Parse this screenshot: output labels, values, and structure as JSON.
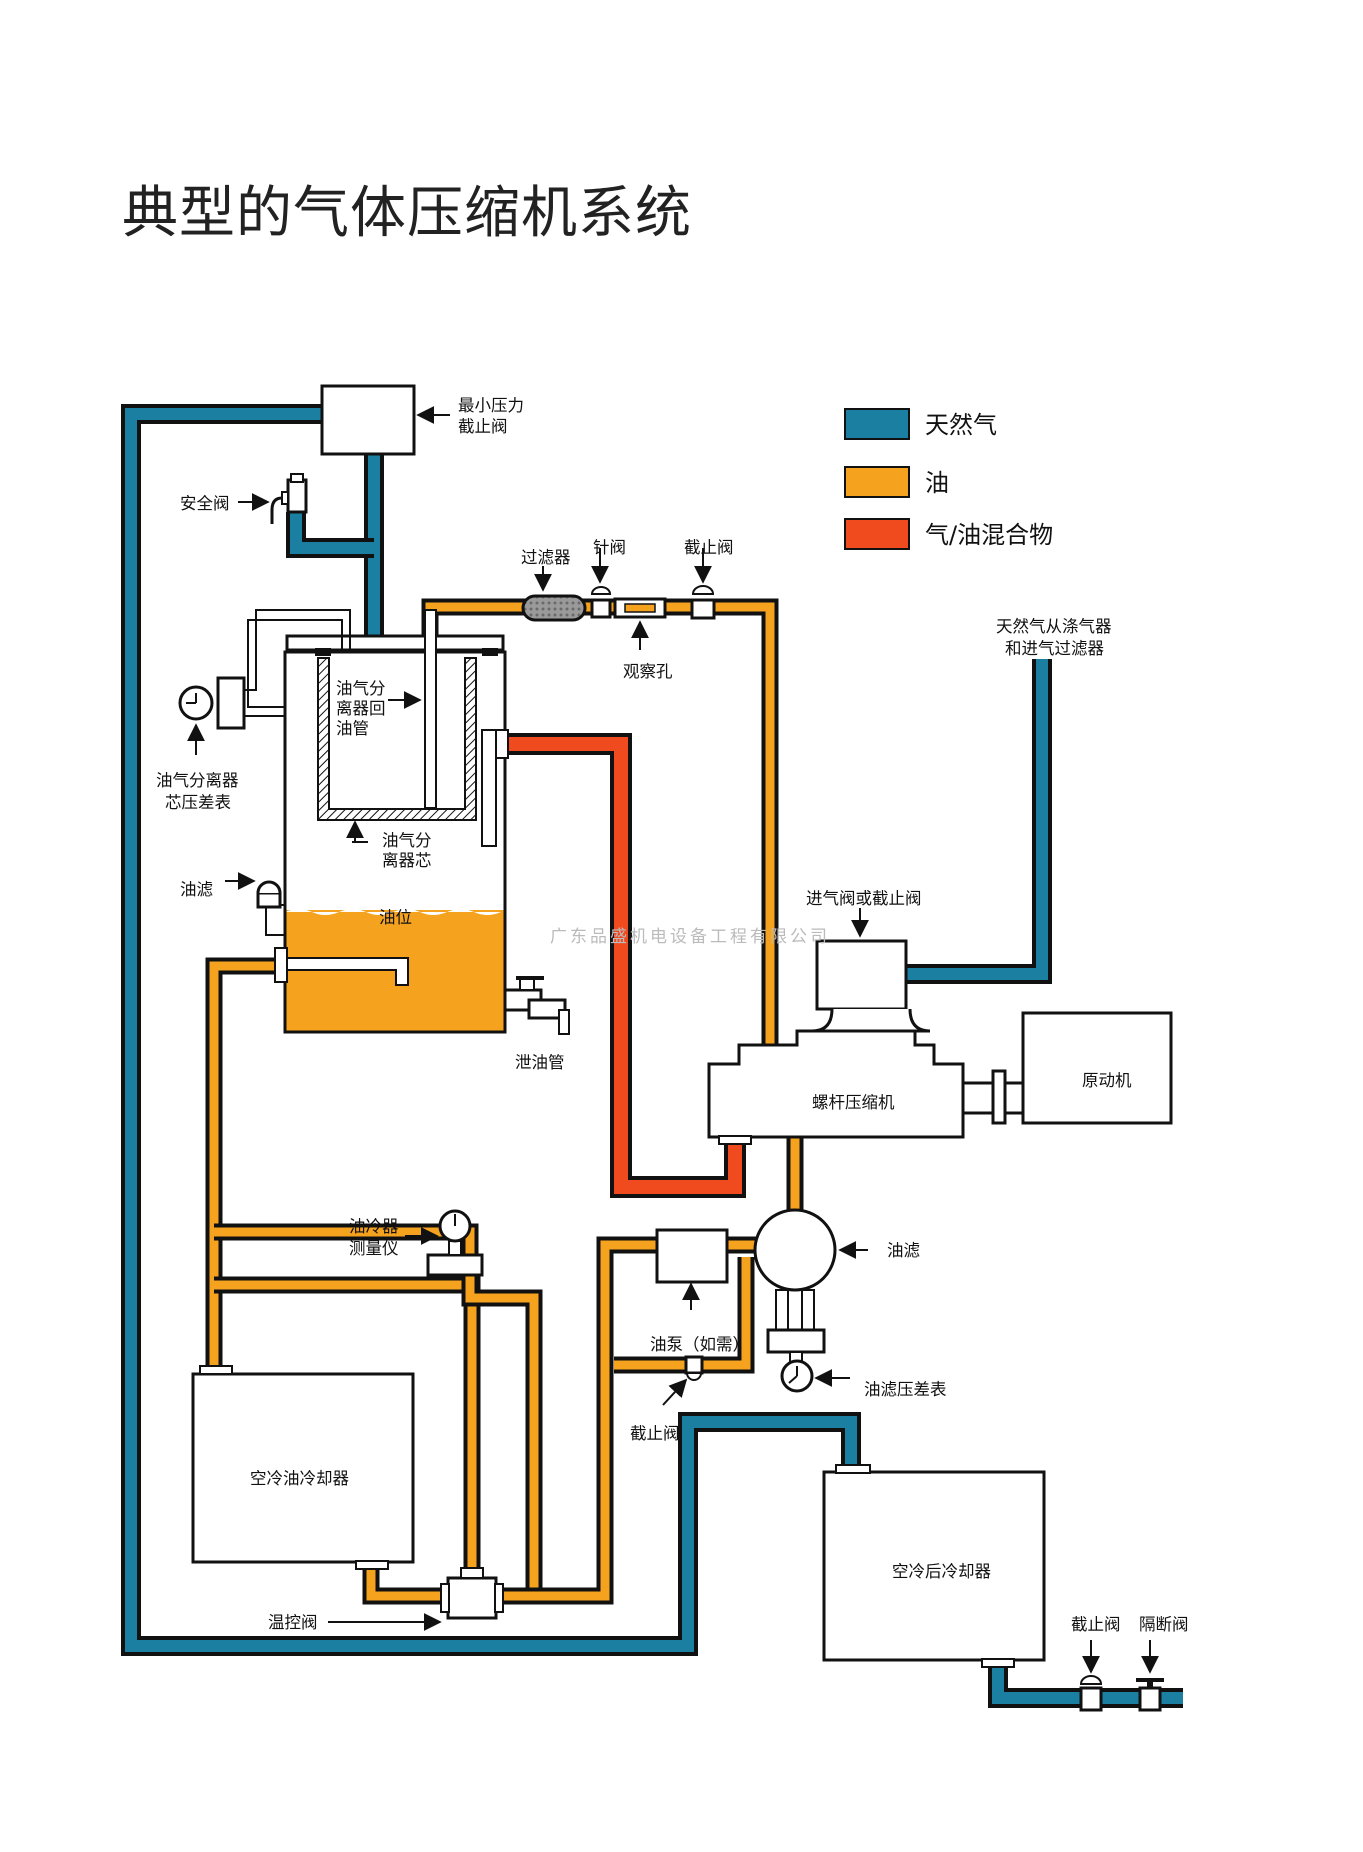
{
  "title": "典型的气体压缩机系统",
  "colors": {
    "gas": "#1a7fa0",
    "oil": "#f5a21f",
    "mix": "#f04a1f",
    "outline": "#111111"
  },
  "legend": [
    {
      "key": "gas",
      "label": "天然气"
    },
    {
      "key": "oil",
      "label": "油"
    },
    {
      "key": "mix",
      "label": "气/油混合物"
    }
  ],
  "labels": {
    "min_pressure_valve": [
      "最小压力",
      "截止阀"
    ],
    "safety_valve": "安全阀",
    "filter": "过滤器",
    "needle_valve": "针阀",
    "shutoff_valve_top": "截止阀",
    "sight_glass": "观察孔",
    "gas_from_scrubber": [
      "天然气从涤气器",
      "和进气过滤器"
    ],
    "return_pipe": [
      "油气分",
      "离器回",
      "油管"
    ],
    "diff_gauge_sep": [
      "油气分离器",
      "芯压差表"
    ],
    "separator_core": [
      "油气分",
      "离器芯"
    ],
    "oil_filter_left": "油滤",
    "oil_level": "油位",
    "drain_pipe": "泄油管",
    "inlet_valve": "进气阀或截止阀",
    "screw_compressor": "螺杆压缩机",
    "prime_mover": "原动机",
    "cooler_gauge": [
      "油冷器",
      "测量仪"
    ],
    "oil_filter_right": "油滤",
    "oil_pump": "油泵（如需）",
    "filter_diff_gauge": "油滤压差表",
    "shutoff_valve_bottom": "截止阀",
    "air_oil_cooler": "空冷油冷却器",
    "air_after_cooler": "空冷后冷却器",
    "thermostatic_valve": "温控阀",
    "shutoff_valve_out": "截止阀",
    "isolation_valve": "隔断阀"
  },
  "watermark": "广东品盛机电设备工程有限公司"
}
